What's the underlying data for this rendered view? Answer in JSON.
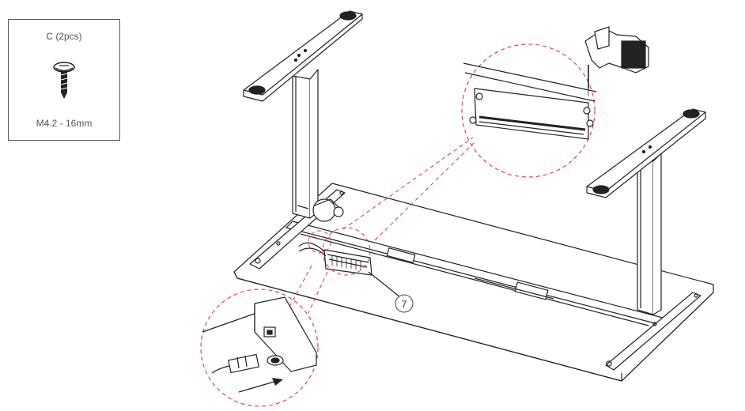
{
  "parts_box": {
    "title": "C (2pcs)",
    "spec": "M4.2 - 16mm"
  },
  "callouts": {
    "step_number": "7"
  },
  "colors": {
    "line": "#222222",
    "detail_circle": "#d9363e",
    "frame_fill": "#ffffff"
  },
  "icons": [
    "screw-icon",
    "drill-icon",
    "plug-icon",
    "arrow-icon"
  ]
}
